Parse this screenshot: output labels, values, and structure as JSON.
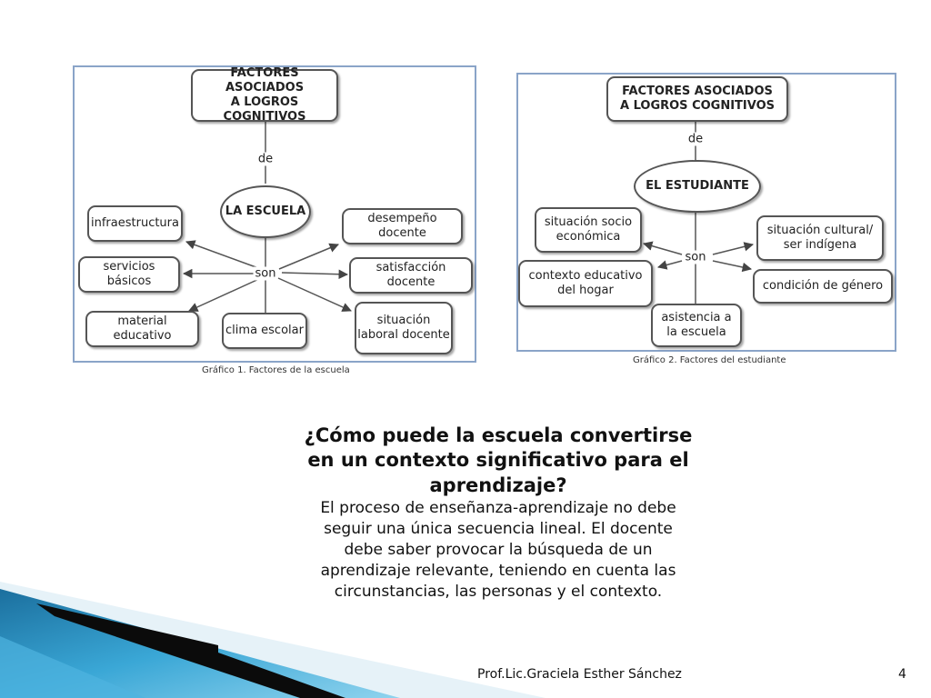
{
  "diagram1": {
    "root": "FACTORES ASOCIADOS\nA LOGROS COGNITIVOS",
    "connector_de": "de",
    "center": "LA ESCUELA",
    "connector_son": "son",
    "leaves": {
      "infraestructura": "infraestructura",
      "servicios": "servicios básicos",
      "material": "material educativo",
      "clima": "clima escolar",
      "desempeno": "desempeño docente",
      "satisfaccion": "satisfacción docente",
      "situacion": "situación\nlaboral docente"
    },
    "caption": "Gráfico 1. Factores de la escuela"
  },
  "diagram2": {
    "root": "FACTORES ASOCIADOS\nA LOGROS COGNITIVOS",
    "connector_de": "de",
    "center": "EL ESTUDIANTE",
    "connector_son": "son",
    "leaves": {
      "socio": "situación socio\neconómica",
      "hogar": "contexto educativo\ndel hogar",
      "asistencia": "asistencia a\nla escuela",
      "cultural": "situación cultural/\nser indígena",
      "genero": "condición de género"
    },
    "caption": "Gráfico 2. Factores del estudiante"
  },
  "question_lines": [
    "¿Cómo puede la escuela convertirse",
    "en un contexto significativo para el",
    "aprendizaje?"
  ],
  "body_lines": [
    "El proceso de enseñanza-aprendizaje no debe",
    "seguir una única secuencia lineal. El docente",
    "debe saber provocar la búsqueda de un",
    "aprendizaje relevante, teniendo en cuenta las",
    "circunstancias, las personas y el contexto."
  ],
  "footer": {
    "author": "Prof.Lic.Graciela Esther Sánchez",
    "slide_number": "4"
  },
  "colors": {
    "panel_border": "#8aa4c8",
    "deco_blue": "#2a93c4",
    "deco_dark": "#0b0b0b"
  }
}
